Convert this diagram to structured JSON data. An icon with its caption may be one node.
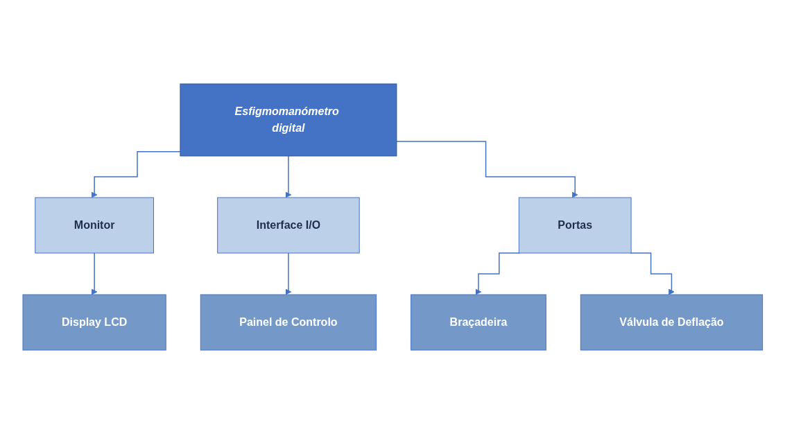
{
  "diagram": {
    "nodes": [
      {
        "text": [
          "Esfigmomanómetro digital"
        ]
      },
      {
        "text": [
          "Monitor"
        ]
      },
      {
        "text": [
          "Interface I/O"
        ]
      },
      {
        "text": [
          "Portas"
        ]
      },
      {
        "text": [
          "Display LCD"
        ]
      },
      {
        "text": [
          "Painel de Controlo"
        ]
      },
      {
        "text": [
          "Braçadeira"
        ]
      },
      {
        "text": [
          "Válvula de Deflação"
        ]
      }
    ],
    "edges": [
      {
        "from": 0,
        "to": 1,
        "arrow": "to"
      },
      {
        "from": 0,
        "to": 2,
        "arrow": "to"
      },
      {
        "from": 0,
        "to": 3,
        "arrow": "to"
      },
      {
        "from": 1,
        "to": 4,
        "arrow": "to"
      },
      {
        "from": 2,
        "to": 5,
        "arrow": "to"
      },
      {
        "from": 3,
        "to": 6,
        "arrow": "to"
      },
      {
        "from": 3,
        "to": 7,
        "arrow": "to"
      }
    ]
  }
}
